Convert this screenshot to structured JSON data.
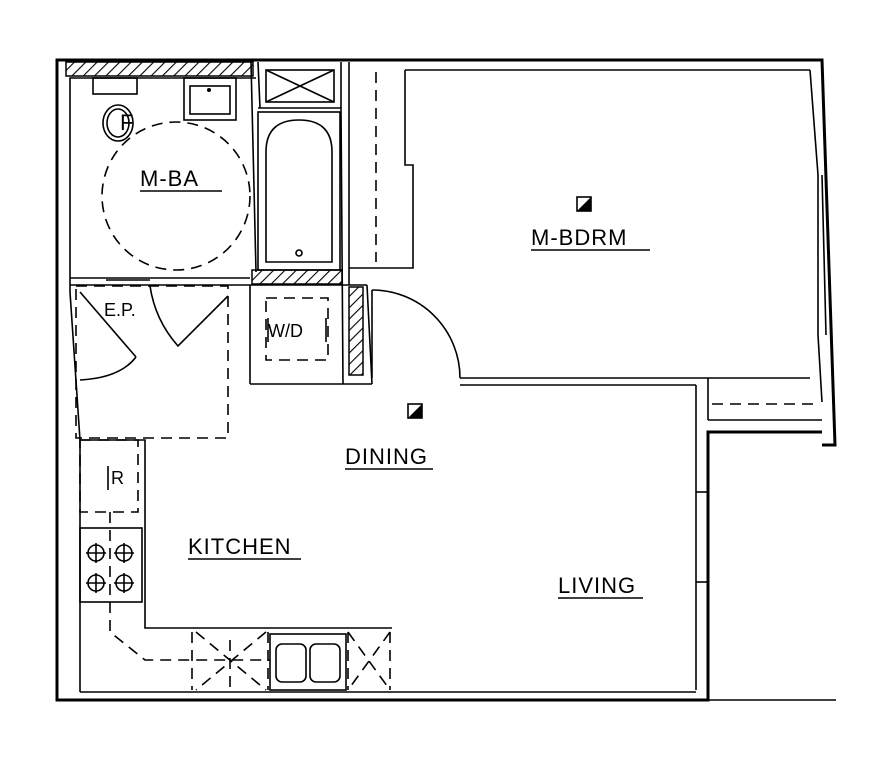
{
  "rooms": {
    "master_bath": "M-BA",
    "master_bedroom": "M-BDRM",
    "dining": "DINING",
    "kitchen": "KITCHEN",
    "living": "LIVING"
  },
  "fixtures": {
    "furnace": "F",
    "electrical_panel": "E.P.",
    "washer_dryer": "W/D",
    "refrigerator": "R"
  }
}
